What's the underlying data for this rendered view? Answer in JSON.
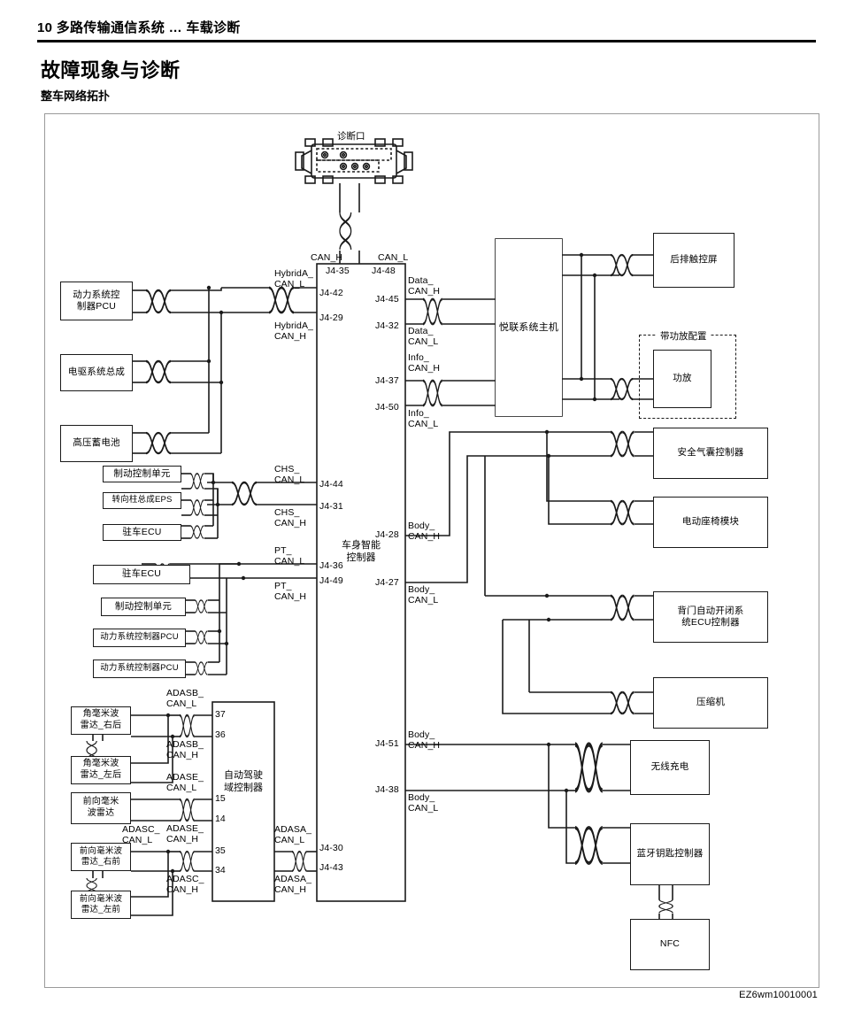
{
  "header": {
    "chapter": "10 多路传输通信系统 … 车载诊断",
    "title": "故障现象与诊断",
    "subtitle": "整车网络拓扑",
    "figure_id": "EZ6wm10010001"
  },
  "diagram": {
    "dlc_label": "诊断口",
    "gateway_label": "车身智能\n控制器",
    "adas_controller_label": "自动驾驶\n域控制器",
    "amp_group_label": "带功放配置",
    "nodes": {
      "pcu_hybrid": "动力系统控\n制器PCU",
      "edrive": "电驱系统总成",
      "hv_battery": "高压蓄电池",
      "brake_chs": "制动控制单元",
      "eps": "转向柱总成EPS",
      "epb_chs": "驻车ECU",
      "epb_pt": "驻车ECU",
      "brake_pt": "制动控制单元",
      "pcu_pt_1": "动力系统控制器PCU",
      "pcu_pt_2": "动力系统控制器PCU",
      "radar_corner_rr": "角毫米波\n雷达_右后",
      "radar_corner_rl": "角毫米波\n雷达_左后",
      "radar_front": "前向毫米\n波雷达",
      "radar_front_fr": "前向毫米波\n雷达_右前",
      "radar_front_fl": "前向毫米波\n雷达_左前",
      "head_unit": "悦联系统主机",
      "rear_screen": "后排触控屏",
      "amplifier": "功放",
      "airbag": "安全气囊控制器",
      "power_seat": "电动座椅模块",
      "tailgate": "背门自动开闭系\n统ECU控制器",
      "compressor": "压缩机",
      "wireless_charge": "无线充电",
      "bt_key": "蓝牙钥匙控制器",
      "nfc": "NFC"
    },
    "bus_labels": {
      "dlc_can_h": "CAN_H",
      "dlc_can_l": "CAN_L",
      "hybrid_a_can_l": "HybridA_\nCAN_L",
      "hybrid_a_can_h": "HybridA_\nCAN_H",
      "chs_can_l": "CHS_\nCAN_L",
      "chs_can_h": "CHS_\nCAN_H",
      "pt_can_l": "PT_\nCAN_L",
      "pt_can_h": "PT_\nCAN_H",
      "adasa_can_l": "ADASA_\nCAN_L",
      "adasa_can_h": "ADASA_\nCAN_H",
      "adasb_can_l": "ADASB_\nCAN_L",
      "adasb_can_h": "ADASB_\nCAN_H",
      "adase_can_l": "ADASE_\nCAN_L",
      "adase_can_h": "ADASE_\nCAN_H",
      "adasc_can_l": "ADASC_\nCAN_L",
      "adasc_can_h": "ADASC_\nCAN_H",
      "data_can_h": "Data_\nCAN_H",
      "data_can_l": "Data_\nCAN_L",
      "info_can_h": "Info_\nCAN_H",
      "info_can_l": "Info_\nCAN_L",
      "body_can_h_1": "Body_\nCAN_H",
      "body_can_l_1": "Body_\nCAN_L",
      "body_can_h_2": "Body_\nCAN_H",
      "body_can_l_2": "Body_\nCAN_L"
    },
    "pins": {
      "dlc_h": "J4-35",
      "dlc_l": "J4-48",
      "hybrid_l": "J4-42",
      "hybrid_h": "J4-29",
      "chs_l": "J4-44",
      "chs_h": "J4-31",
      "pt_l": "J4-36",
      "pt_h": "J4-49",
      "adasa_l": "J4-30",
      "adasa_h": "J4-43",
      "data_h": "J4-45",
      "data_l": "J4-32",
      "info_h": "J4-37",
      "info_l": "J4-50",
      "body_h_1": "J4-28",
      "body_l_1": "J4-27",
      "body_h_2": "J4-51",
      "body_l_2": "J4-38",
      "adas_37": "37",
      "adas_36": "36",
      "adas_15": "15",
      "adas_14": "14",
      "adas_35": "35",
      "adas_34": "34"
    }
  }
}
